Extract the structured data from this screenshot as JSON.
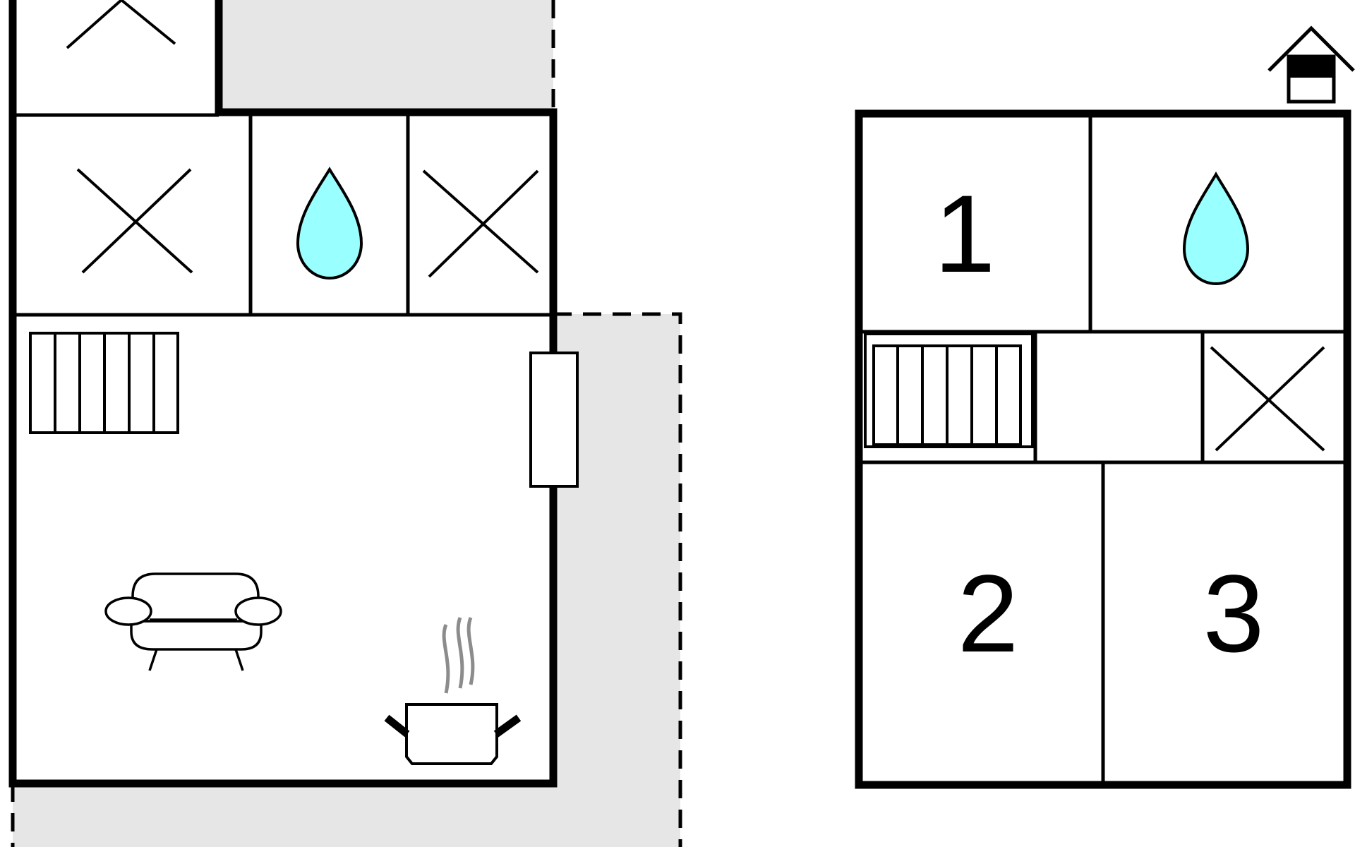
{
  "floor_plan": {
    "room_numbers": [
      "1",
      "2",
      "3"
    ],
    "colors": {
      "wall": "#000000",
      "terrace": "#e6e6e6",
      "water": "#99ffff",
      "steam": "#8c8c8c",
      "background": "#ffffff"
    },
    "icons": {
      "ground_floor": [
        "stairs-up-icon",
        "toilet-x-icon",
        "water-drop-icon",
        "utility-x-icon",
        "radiator-icon",
        "door-icon",
        "sofa-icon",
        "cooking-pot-icon",
        "terrace-area"
      ],
      "upper_floor": [
        "house-floor-indicator-icon",
        "bedroom-1",
        "water-drop-icon",
        "radiator-icon",
        "toilet-x-icon",
        "bedroom-2",
        "bedroom-3"
      ]
    }
  }
}
